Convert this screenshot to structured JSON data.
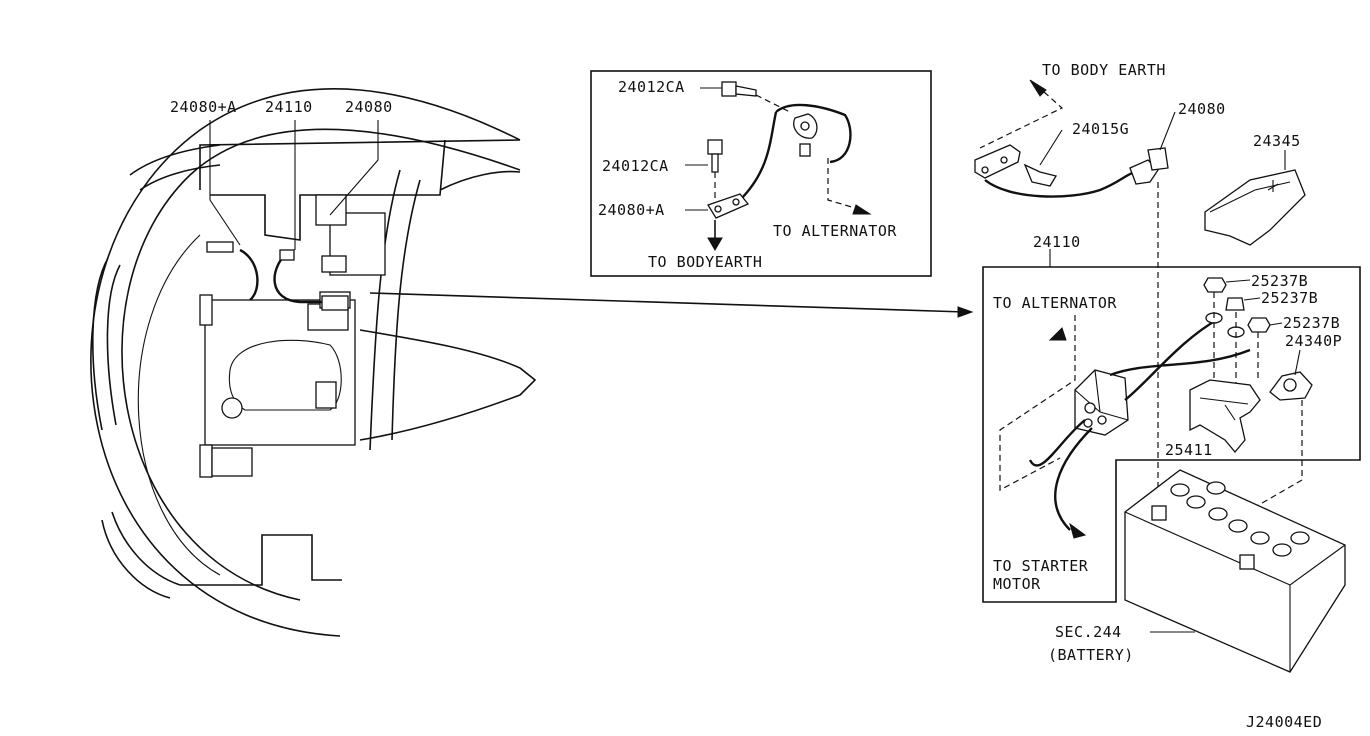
{
  "overview": {
    "labels": [
      "24080+A",
      "24110",
      "24080"
    ]
  },
  "detail_box": {
    "labels": [
      "24012CA",
      "24012CA",
      "24080+A",
      "TO ALTERNATOR",
      "TO BODYEARTH"
    ]
  },
  "upper_right": {
    "labels": [
      "TO BODY EARTH",
      "24015G",
      "24080",
      "24345"
    ]
  },
  "battery_group": {
    "box_label": "24110",
    "labels": [
      "TO ALTERNATOR",
      "25237B",
      "25237B",
      "25237B",
      "24340P",
      "25411",
      "TO STARTER",
      "MOTOR"
    ]
  },
  "battery": {
    "sec_label": "SEC.244",
    "name_label": "(BATTERY)"
  },
  "diagram_code": "J24004ED"
}
